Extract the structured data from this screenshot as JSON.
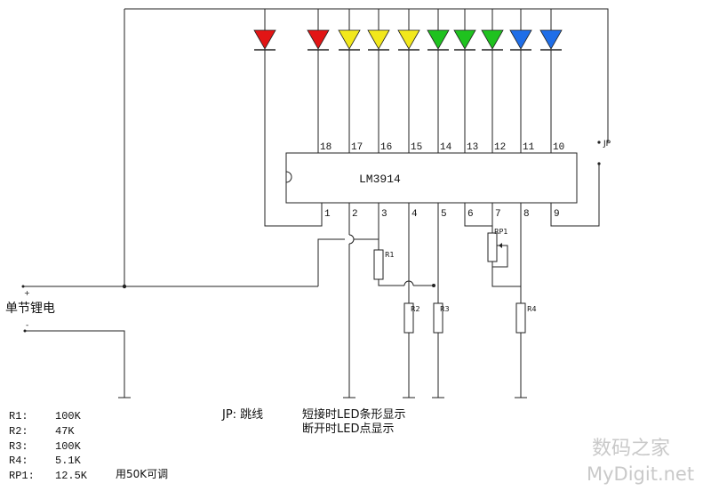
{
  "ic": {
    "name": "LM3914",
    "top_pins": [
      "18",
      "17",
      "16",
      "15",
      "14",
      "13",
      "12",
      "11",
      "10"
    ],
    "bottom_pins": [
      "1",
      "2",
      "3",
      "4",
      "5",
      "6",
      "7",
      "8",
      "9"
    ]
  },
  "leds": [
    {
      "color": "#e21515"
    },
    {
      "color": "#e21515"
    },
    {
      "color": "#f2e81c"
    },
    {
      "color": "#f2e81c"
    },
    {
      "color": "#f2e81c"
    },
    {
      "color": "#1fc21f"
    },
    {
      "color": "#1fc21f"
    },
    {
      "color": "#1fc21f"
    },
    {
      "color": "#1f6ee8"
    },
    {
      "color": "#1f6ee8"
    }
  ],
  "labels": {
    "jp": "JP",
    "r1": "R1",
    "r2": "R2",
    "r3": "R3",
    "r4": "R4",
    "rp1": "RP1",
    "plus": "+",
    "minus": "-",
    "battery": "单节锂电"
  },
  "bom": [
    {
      "ref": "R1:",
      "value": "100K",
      "note": ""
    },
    {
      "ref": "R2:",
      "value": "47K",
      "note": ""
    },
    {
      "ref": "R3:",
      "value": "100K",
      "note": ""
    },
    {
      "ref": "R4:",
      "value": "5.1K",
      "note": ""
    },
    {
      "ref": "RP1:",
      "value": "12.5K",
      "note": "用50K可调"
    }
  ],
  "jp_note": {
    "prefix": "JP: 跳线",
    "line1": "短接时LED条形显示",
    "line2": "断开时LED点显示"
  },
  "watermark": {
    "line1": "数码之家",
    "line2": "MyDigit.net"
  }
}
